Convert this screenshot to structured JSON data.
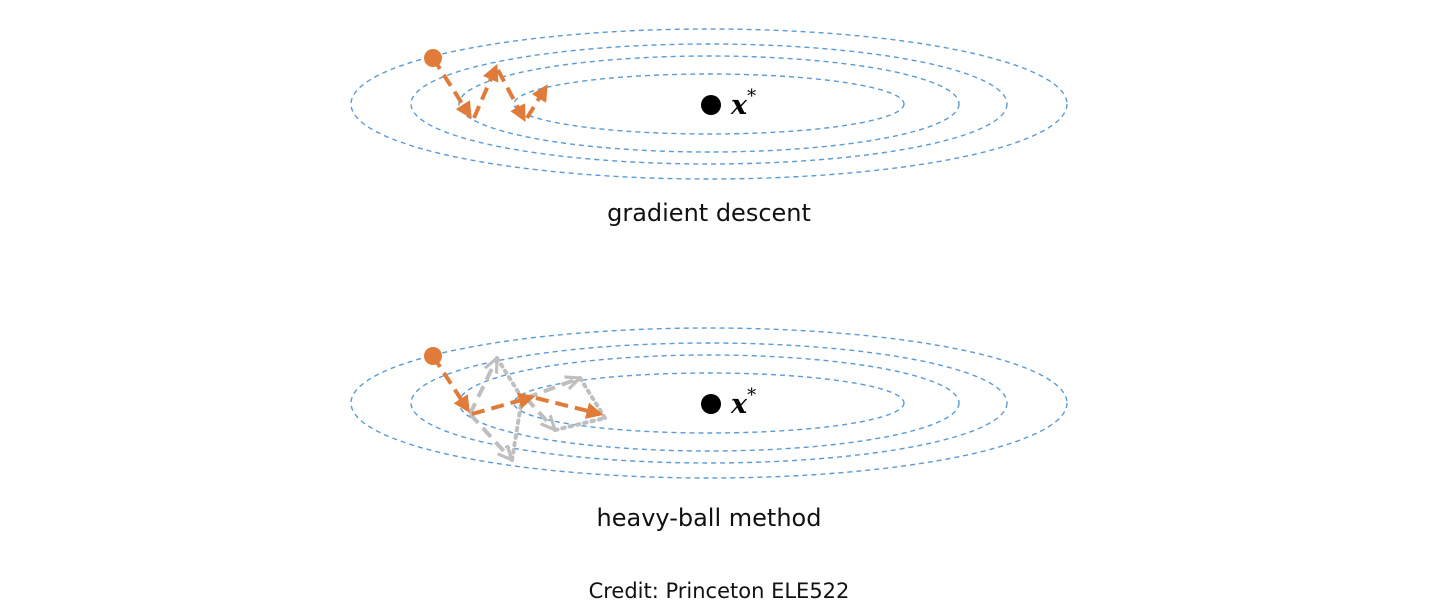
{
  "panels": [
    {
      "id": "gradient-descent",
      "caption": "gradient descent",
      "minimizer_label": "x",
      "minimizer_superscript": "*"
    },
    {
      "id": "heavy-ball",
      "caption": "heavy-ball method",
      "minimizer_label": "x",
      "minimizer_superscript": "*"
    }
  ],
  "credit": "Credit: Princeton ELE522",
  "colors": {
    "contour": "#5b9bd5",
    "iterate": "#e07b39",
    "momentum_construction": "#bfbfbf",
    "minimizer": "#000000"
  }
}
